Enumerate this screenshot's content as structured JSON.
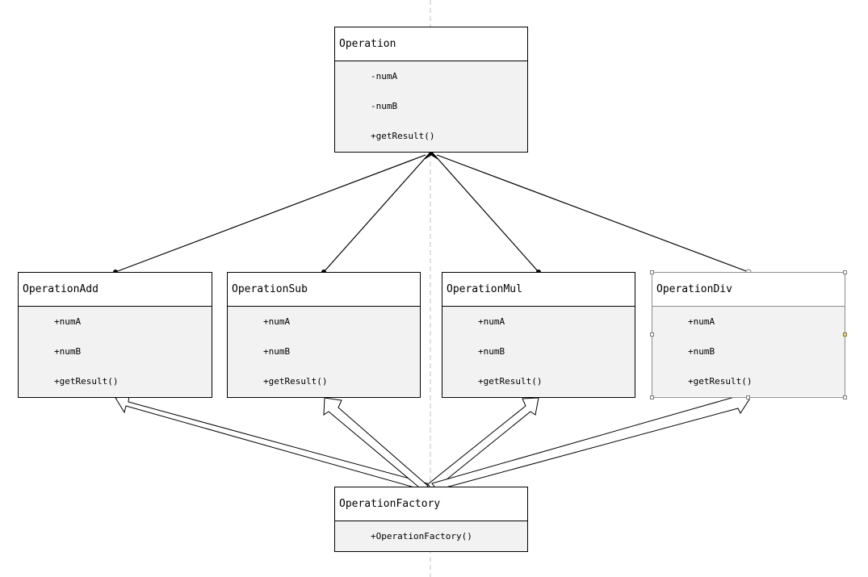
{
  "classes": {
    "operation": {
      "name": "Operation",
      "members": [
        "-numA",
        "-numB",
        "+getResult()"
      ]
    },
    "operation_add": {
      "name": "OperationAdd",
      "members": [
        "+numA",
        "+numB",
        "+getResult()"
      ]
    },
    "operation_sub": {
      "name": "OperationSub",
      "members": [
        "+numA",
        "+numB",
        "+getResult()"
      ]
    },
    "operation_mul": {
      "name": "OperationMul",
      "members": [
        "+numA",
        "+numB",
        "+getResult()"
      ]
    },
    "operation_div": {
      "name": "OperationDiv",
      "members": [
        "+numA",
        "+numB",
        "+getResult()"
      ],
      "selected": true
    },
    "operation_factory": {
      "name": "OperationFactory",
      "members": [
        "+OperationFactory()"
      ]
    }
  },
  "relationships": {
    "inheritance": [
      {
        "from": "OperationAdd",
        "to": "Operation"
      },
      {
        "from": "OperationSub",
        "to": "Operation"
      },
      {
        "from": "OperationMul",
        "to": "Operation"
      },
      {
        "from": "OperationDiv",
        "to": "Operation"
      }
    ],
    "dependency": [
      {
        "from": "OperationFactory",
        "to": "OperationAdd"
      },
      {
        "from": "OperationFactory",
        "to": "OperationSub"
      },
      {
        "from": "OperationFactory",
        "to": "OperationMul"
      },
      {
        "from": "OperationFactory",
        "to": "OperationDiv"
      }
    ]
  },
  "colors": {
    "line": "#000000",
    "body_fill": "#f2f2f2",
    "guide_line": "#c0c0c0",
    "selection": "#8c8c8c",
    "handle_accent": "#f2d768"
  }
}
